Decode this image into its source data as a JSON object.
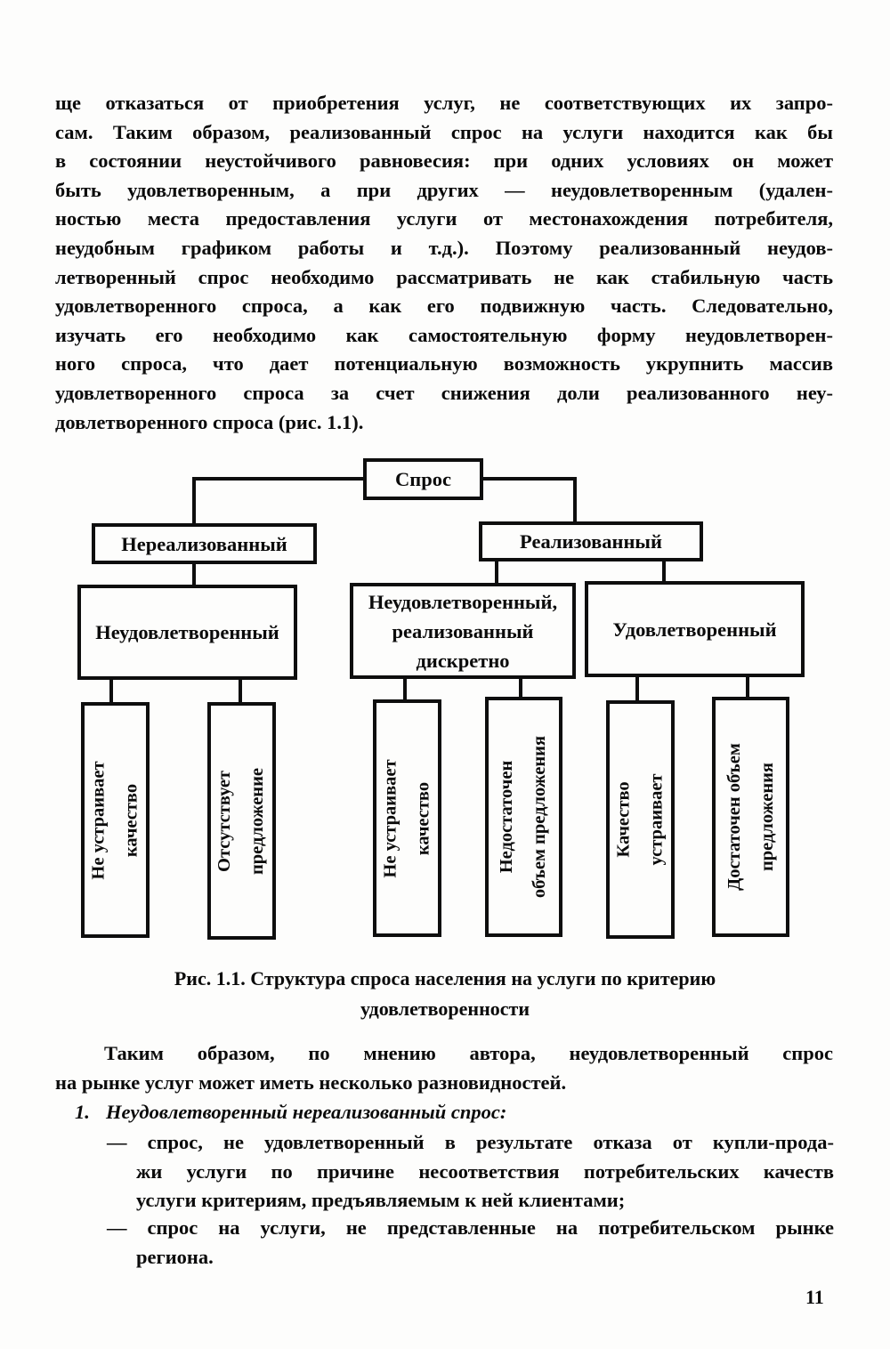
{
  "page": {
    "number": "11"
  },
  "paragraph1": {
    "lines": [
      "ще отказаться от приобретения услуг, не соответствующих их запро-",
      "сам. Таким образом, реализованный спрос на услуги находится как бы",
      "в состоянии неустойчивого равновесия: при одних условиях он может",
      "быть удовлетворенным, а при других — неудовлетворенным (удален-",
      "ностью места предоставления услуги от местонахождения потребителя,",
      "неудобным графиком работы и т.д.). Поэтому реализованный неудов-",
      "летворенный спрос необходимо рассматривать не как стабильную часть",
      "удовлетворенного спроса, а как его подвижную часть. Следовательно,",
      "изучать его необходимо как самостоятельную форму неудовлетворен-",
      "ного спроса, что дает потенциальную возможность укрупнить массив",
      "удовлетворенного спроса за счет снижения доли реализованного неу-",
      "довлетворенного спроса (рис. 1.1)."
    ]
  },
  "figure": {
    "nodes": {
      "root": "Спрос",
      "unrealized": "Нереализованный",
      "realized": "Реализованный",
      "unsatisfied": "Неудовлетворенный",
      "unsat_realized_discrete": [
        "Неудовлетворенный,",
        "реализованный",
        "дискретно"
      ],
      "satisfied": "Удовлетворенный"
    },
    "leaves": [
      {
        "lines": [
          "Не устраивает",
          "качество"
        ]
      },
      {
        "lines": [
          "Отсутствует",
          "предложение"
        ]
      },
      {
        "lines": [
          "Не устраивает",
          "качество"
        ]
      },
      {
        "lines": [
          "Недостаточен",
          "объем предложения"
        ]
      },
      {
        "lines": [
          "Качество",
          "устраивает"
        ]
      },
      {
        "lines": [
          "Достаточен объем",
          "предложения"
        ]
      }
    ],
    "caption": [
      "Рис. 1.1. Структура спроса населения на услуги по критерию",
      "удовлетворенности"
    ]
  },
  "paragraph2": {
    "lines": [
      "Таким образом, по мнению автора, неудовлетворенный спрос",
      "на рынке услуг может иметь несколько разновидностей."
    ]
  },
  "list": {
    "number": "1.",
    "title": "Неудовлетворенный нереализованный спрос:",
    "items": [
      {
        "lines": [
          "— спрос, не удовлетворенный в результате отказа от купли-прода-",
          "жи услуги по причине несоответствия потребительских качеств",
          "услуги критериям, предъявляемым к ней клиентами;"
        ]
      },
      {
        "lines": [
          "— спрос на услуги, не представленные на потребительском рынке",
          "региона."
        ]
      }
    ]
  }
}
